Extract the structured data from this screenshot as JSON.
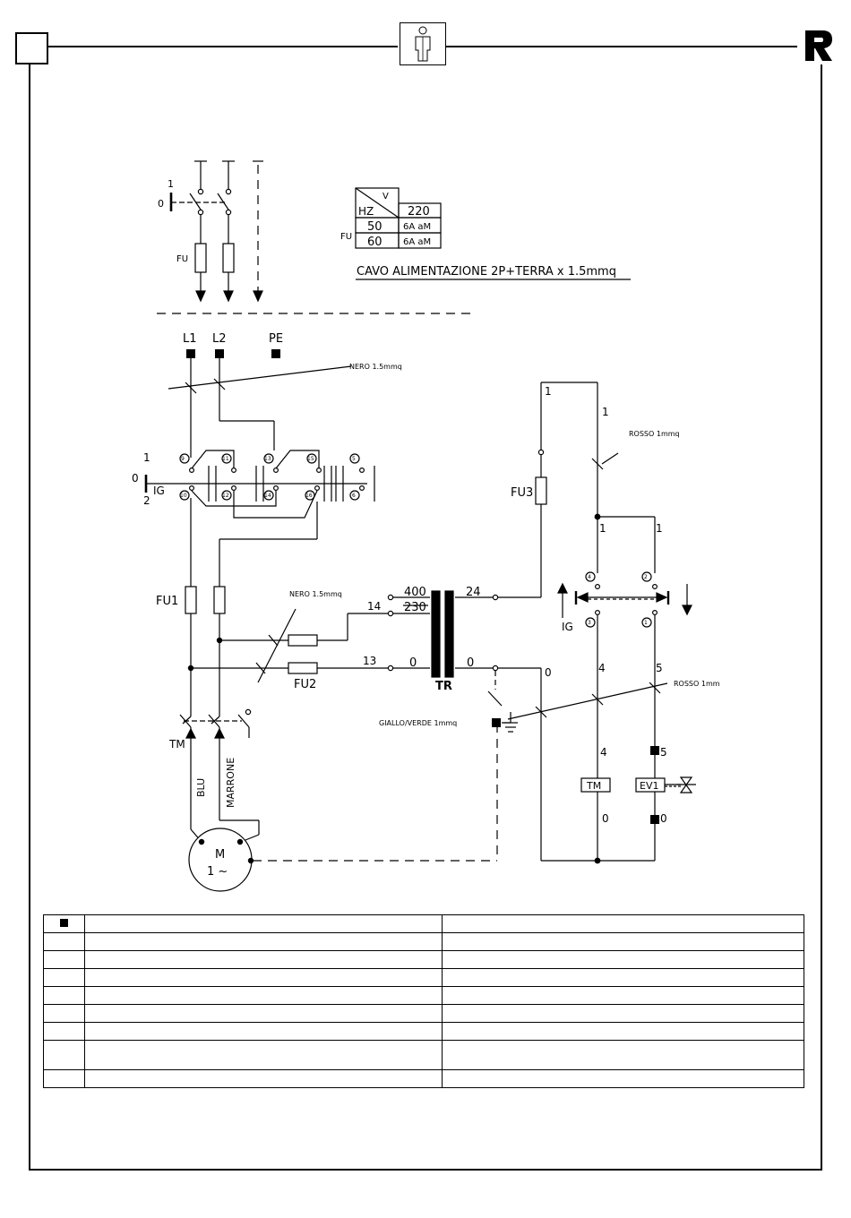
{
  "fuse_table": {
    "corner_v": "V",
    "corner_hz": "HZ",
    "voltage": "220",
    "side_label": "FU",
    "rows": [
      {
        "hz": "50",
        "rating": "6A aM"
      },
      {
        "hz": "60",
        "rating": "6A aM"
      }
    ]
  },
  "cable_spec": "CAVO ALIMENTAZIONE 2P+TERRA x 1.5mmq",
  "switch": {
    "on_label": "1",
    "off_label": "0",
    "fuse_label": "FU"
  },
  "terminals": {
    "l1": "L1",
    "l2": "L2",
    "pe": "PE"
  },
  "wires": {
    "nero_top": "NERO 1.5mmq",
    "nero_mid": "NERO 1.5mmq",
    "rosso_top": "ROSSO 1mmq",
    "rosso_right": "ROSSO 1mm",
    "giallo_verde": "GIALLO/VERDE 1mmq",
    "blu": "BLU",
    "marrone": "MARRONE"
  },
  "main_switch": {
    "pos1": "1",
    "pos0": "0",
    "pos2": "2",
    "label": "IG",
    "contacts_top": [
      "9",
      "11",
      "13",
      "15",
      "5"
    ],
    "contacts_bottom": [
      "10",
      "12",
      "14",
      "16",
      "6"
    ]
  },
  "fuses": {
    "fu1": "FU1",
    "fu2": "FU2",
    "fu3": "FU3"
  },
  "transformer": {
    "label": "TR",
    "primary_400": "400",
    "primary_230": "230",
    "primary_0": "0",
    "secondary_24": "24",
    "secondary_0": "0",
    "wire_14": "14",
    "wire_13": "13"
  },
  "motor": {
    "label": "M",
    "phase": "1 ~",
    "contactor": "TM"
  },
  "control": {
    "wire_1a": "1",
    "wire_1b": "1",
    "wire_1c": "1",
    "wire_1d": "1",
    "sw_label": "IG",
    "contacts": [
      "4",
      "2",
      "3",
      "1"
    ],
    "wire_4a": "4",
    "wire_5a": "5",
    "wire_0": "0",
    "wire_4b": "4",
    "wire_5b": "5",
    "coil_tm": "TM",
    "coil_ev1": "EV1",
    "wire_0b": "0",
    "wire_0c": "0"
  },
  "legend": {
    "rows": [
      [
        "",
        ""
      ],
      [
        "",
        ""
      ],
      [
        "",
        ""
      ],
      [
        "",
        ""
      ],
      [
        "",
        ""
      ],
      [
        "",
        ""
      ],
      [
        "",
        ""
      ],
      [
        "",
        ""
      ]
    ]
  }
}
